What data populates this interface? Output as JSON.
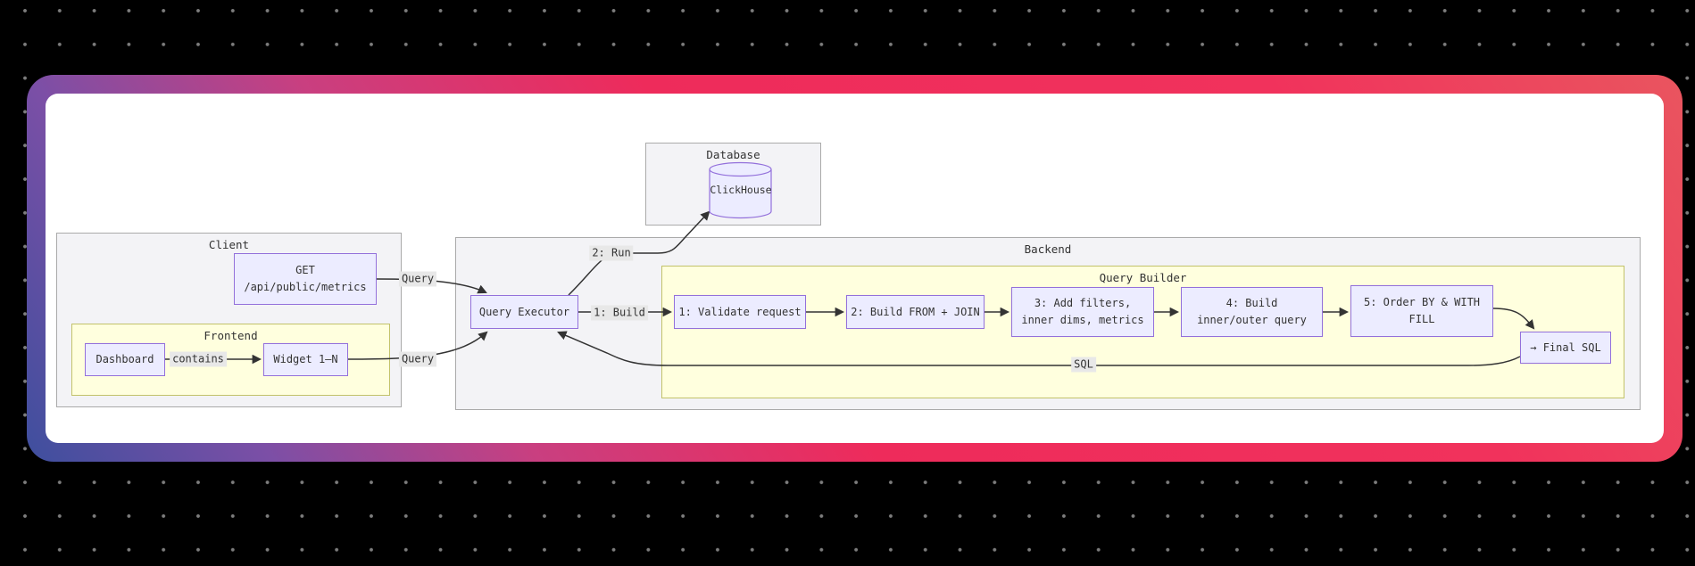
{
  "diagram": {
    "database": {
      "title": "Database",
      "clickhouse": "ClickHouse"
    },
    "client": {
      "title": "Client",
      "get_endpoint": {
        "method": "GET",
        "path": "/api/public/metrics"
      },
      "frontend": {
        "title": "Frontend",
        "dashboard": "Dashboard",
        "widget": "Widget 1–N"
      }
    },
    "backend": {
      "title": "Backend",
      "query_executor": "Query Executor",
      "query_builder": {
        "title": "Query Builder",
        "steps": [
          {
            "line1": "1: Validate request",
            "line2": ""
          },
          {
            "line1": "2: Build FROM + JOIN",
            "line2": ""
          },
          {
            "line1": "3: Add filters,",
            "line2": "inner dims, metrics"
          },
          {
            "line1": "4: Build",
            "line2": "inner/outer query"
          },
          {
            "line1": "5: Order BY & WITH",
            "line2": "FILL"
          }
        ],
        "final_sql": "→ Final SQL"
      }
    },
    "edge_labels": {
      "query_get": "Query",
      "query_widget": "Query",
      "contains": "contains",
      "run": "2: Run",
      "build": "1: Build",
      "sql": "SQL"
    }
  },
  "colors": {
    "background": "#000000",
    "dot": "#7d7d7d",
    "card": "#ffffff",
    "frame_gradient": [
      "#3e4f9e",
      "#7c4fa6",
      "#ee2b5b",
      "#e9555f"
    ],
    "node_fill": "#ECECFF",
    "node_border": "#9370DB",
    "cluster_gray_fill": "#f3f3f6",
    "cluster_yellow_fill": "#ffffde",
    "edge_stroke": "#333333",
    "edge_label_bg": "#e8e8e8",
    "text": "#333333"
  }
}
